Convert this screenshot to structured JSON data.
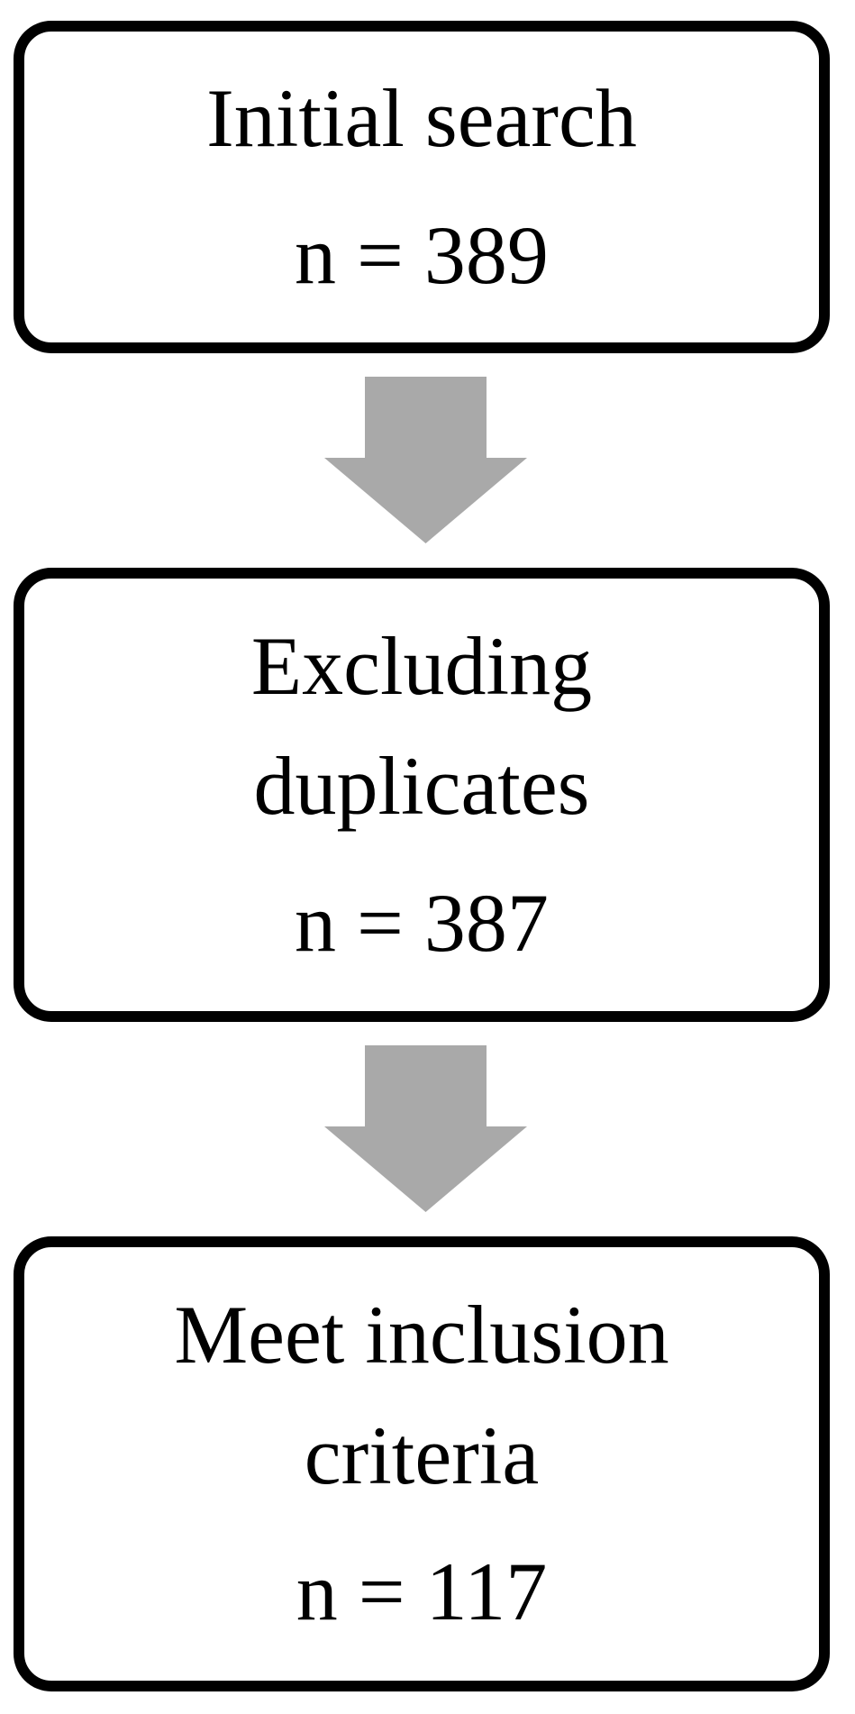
{
  "flowchart": {
    "steps": [
      {
        "label": "Initial search",
        "count": "n = 389"
      },
      {
        "label": "Excluding duplicates",
        "count": "n = 387"
      },
      {
        "label": "Meet inclusion criteria",
        "count": "n = 117"
      }
    ],
    "colors": {
      "box_border": "#000000",
      "box_fill": "#ffffff",
      "arrow": "#a9a9a9",
      "text": "#000000",
      "background": "#ffffff"
    }
  }
}
